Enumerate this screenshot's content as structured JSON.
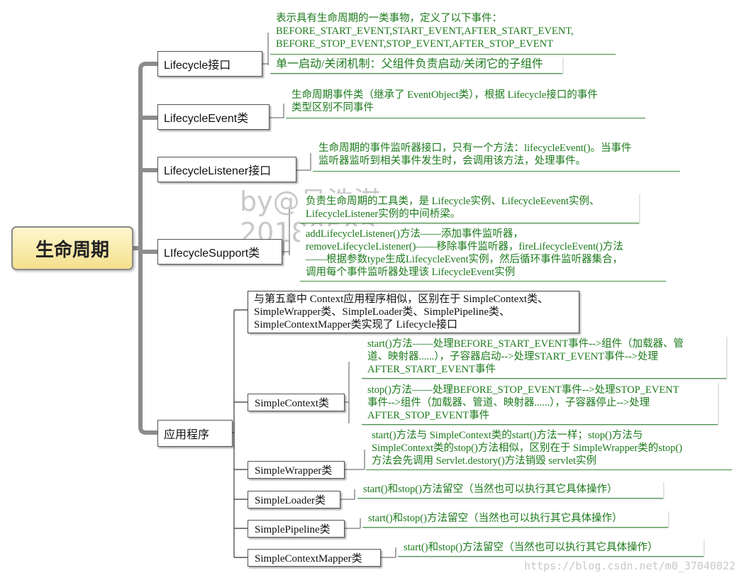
{
  "root": {
    "label": "生命周期"
  },
  "branches": [
    {
      "label": "Lifecycle接口",
      "notes": [
        [
          "表示具有生命周期的一类事物，定义了以下事件：",
          "BEFORE_START_EVENT,START_EVENT,AFTER_START_EVENT,",
          "BEFORE_STOP_EVENT,STOP_EVENT,AFTER_STOP_EVENT"
        ],
        [
          "单一启动/关闭机制：父组件负责启动/关闭它的子组件"
        ]
      ]
    },
    {
      "label": "LifecycleEvent类",
      "notes": [
        [
          "生命周期事件类（继承了 EventObject类），根据 Lifecycle接口的事件",
          "类型区别不同事件"
        ]
      ]
    },
    {
      "label": "LifecycleListener接口",
      "notes": [
        [
          "生命周期的事件监听器接口，只有一个方法：lifecycleEvent()。当事件",
          "监听器监听到相关事件发生时，会调用该方法，处理事件。"
        ]
      ]
    },
    {
      "label": "LIfecycleSupport类",
      "notes": [
        [
          "负责生命周期的工具类，是 Lifecycle实例、LifecycleEevent实例、",
          "LifecycleListener实例的中间桥梁。"
        ],
        [
          "addLifecycleListener()方法——添加事件监听器，",
          "removeLifecycleListener()——移除事件监听器，fireLifecycleEvent()方法",
          "——根据参数type生成LifecycleEvent实例，然后循环事件监听器集合，",
          "调用每个事件监听器处理该 LifecycleEvent实例"
        ]
      ]
    },
    {
      "label": "应用程序",
      "note": [
        "与第五章中 Context应用程序相似，区别在于 SimpleContext类、",
        "SimpleWrapper类、SimpleLoader类、SimplePipeline类、",
        "SimpleContextMapper类实现了 Lifecycle接口"
      ],
      "children": [
        {
          "label": "SimpleContext类",
          "notes": [
            [
              "start()方法——处理BEFORE_START_EVENT事件-->组件（加载器、管",
              "道、映射器......），子容器启动-->处理START_EVENT事件-->处理",
              "AFTER_START_EVENT事件"
            ],
            [
              "stop()方法——处理BEFORE_STOP_EVENT事件-->处理STOP_EVENT",
              "事件-->组件（加载器、管道、映射器......），子容器停止-->处理",
              "AFTER_STOP_EVENT事件"
            ]
          ]
        },
        {
          "label": "SimpleWrapper类",
          "notes": [
            [
              "start()方法与 SimpleContext类的start()方法一样；stop()方法与",
              "SimpleContext类的stop()方法相似，区别在于 SimpleWrapper类的stop()",
              "方法会先调用 Servlet.destory()方法销毁 servlet实例"
            ]
          ]
        },
        {
          "label": "SimpleLoader类",
          "notes": [
            [
              "start()和stop()方法留空（当然也可以执行其它具体操作）"
            ]
          ]
        },
        {
          "label": "SimplePipeline类",
          "notes": [
            [
              "start()和stop()方法留空（当然也可以执行其它具体操作）"
            ]
          ]
        },
        {
          "label": "SimpleContextMapper类",
          "notes": [
            [
              "start()和stop()方法留空（当然也可以执行其它具体操作）"
            ]
          ]
        }
      ]
    }
  ],
  "watermark": [
    "by@吕浩淇",
    "20180503"
  ],
  "credit": "https://blog.csdn.net/m0_37040022",
  "colors": {
    "note_text": "#1c7a1c",
    "note_underline": "#3f8f3f",
    "root_fill": "#f4e08e"
  }
}
